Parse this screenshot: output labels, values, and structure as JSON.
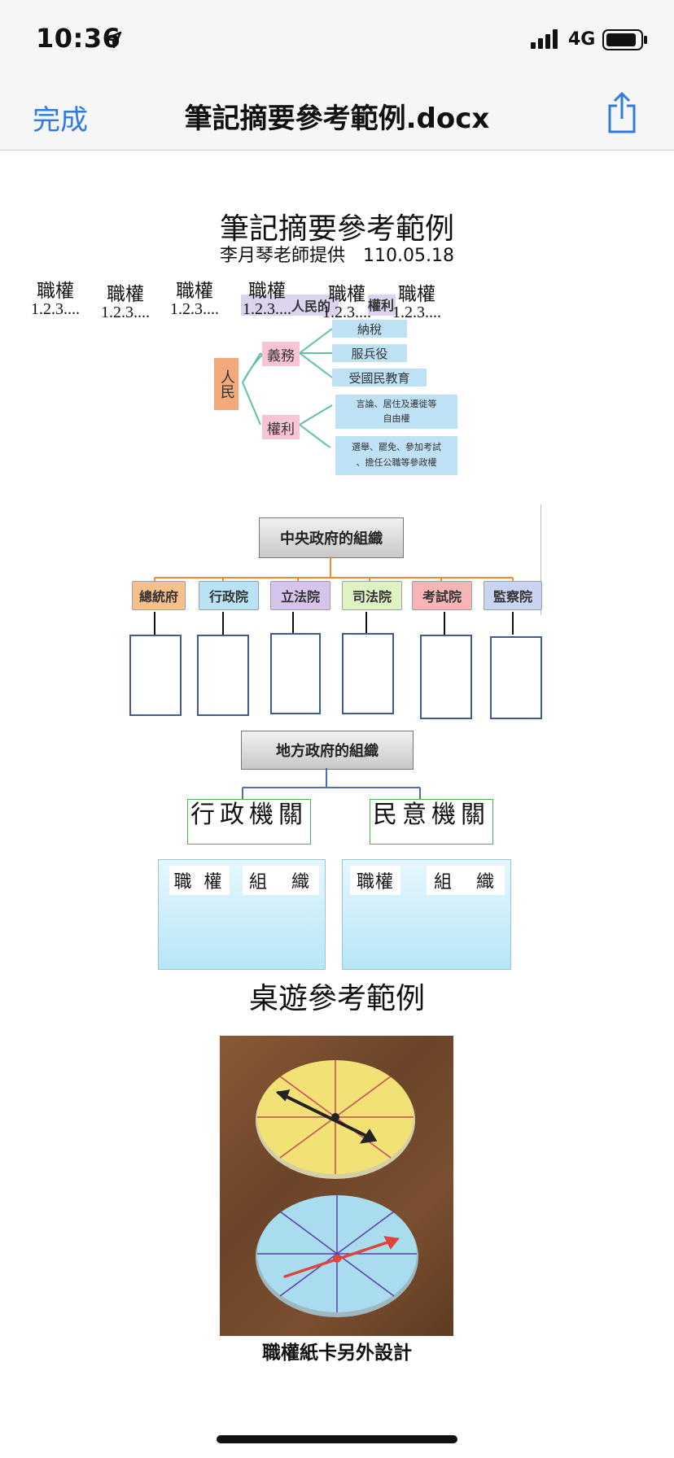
{
  "status": {
    "time": "10:36",
    "network": "4G"
  },
  "nav": {
    "done": "完成",
    "title": "筆記摘要參考範例.docx"
  },
  "doc": {
    "title": "筆記摘要參考範例",
    "subtitle": "李月琴老師提供　110.05.18",
    "columns": [
      {
        "label": "職權",
        "num": "1.2.3...."
      },
      {
        "label": "職權",
        "num": "1.2.3...."
      },
      {
        "label": "職權",
        "num": "1.2.3...."
      },
      {
        "label": "職權",
        "num": "1.2.3...."
      },
      {
        "label": "職權",
        "num": "1.2.3...."
      },
      {
        "label": "職權",
        "num": "1.2.3...."
      }
    ],
    "people_fragments": {
      "a": "人民的",
      "b": "權利"
    },
    "people_diagram": {
      "root": "人民",
      "duty": "義務",
      "duty_items": [
        "納稅",
        "服兵役",
        "受國民教育"
      ],
      "right": "權利",
      "right_items": [
        "言論、居住及遷徙等\n自由權",
        "選舉、罷免、參加考試\n、擔任公職等參政權"
      ]
    },
    "central_gov": {
      "title": "中央政府的組織",
      "branches": [
        {
          "label": "總統府",
          "color": "#f6c08d"
        },
        {
          "label": "行政院",
          "color": "#b7e3f4"
        },
        {
          "label": "立法院",
          "color": "#d6c4ec"
        },
        {
          "label": "司法院",
          "color": "#dff3c2"
        },
        {
          "label": "考試院",
          "color": "#f7b5b5"
        },
        {
          "label": "監察院",
          "color": "#c9d3f2"
        }
      ]
    },
    "local_gov": {
      "title": "地方政府的組織",
      "exec": "行政機關",
      "council": "民意機關",
      "tag_a": "職 權",
      "tag_b": "組　織",
      "tag_c": "職權",
      "tag_d": "組　織"
    },
    "game_title": "桌遊參考範例",
    "caption": "職權紙卡另外設計"
  }
}
